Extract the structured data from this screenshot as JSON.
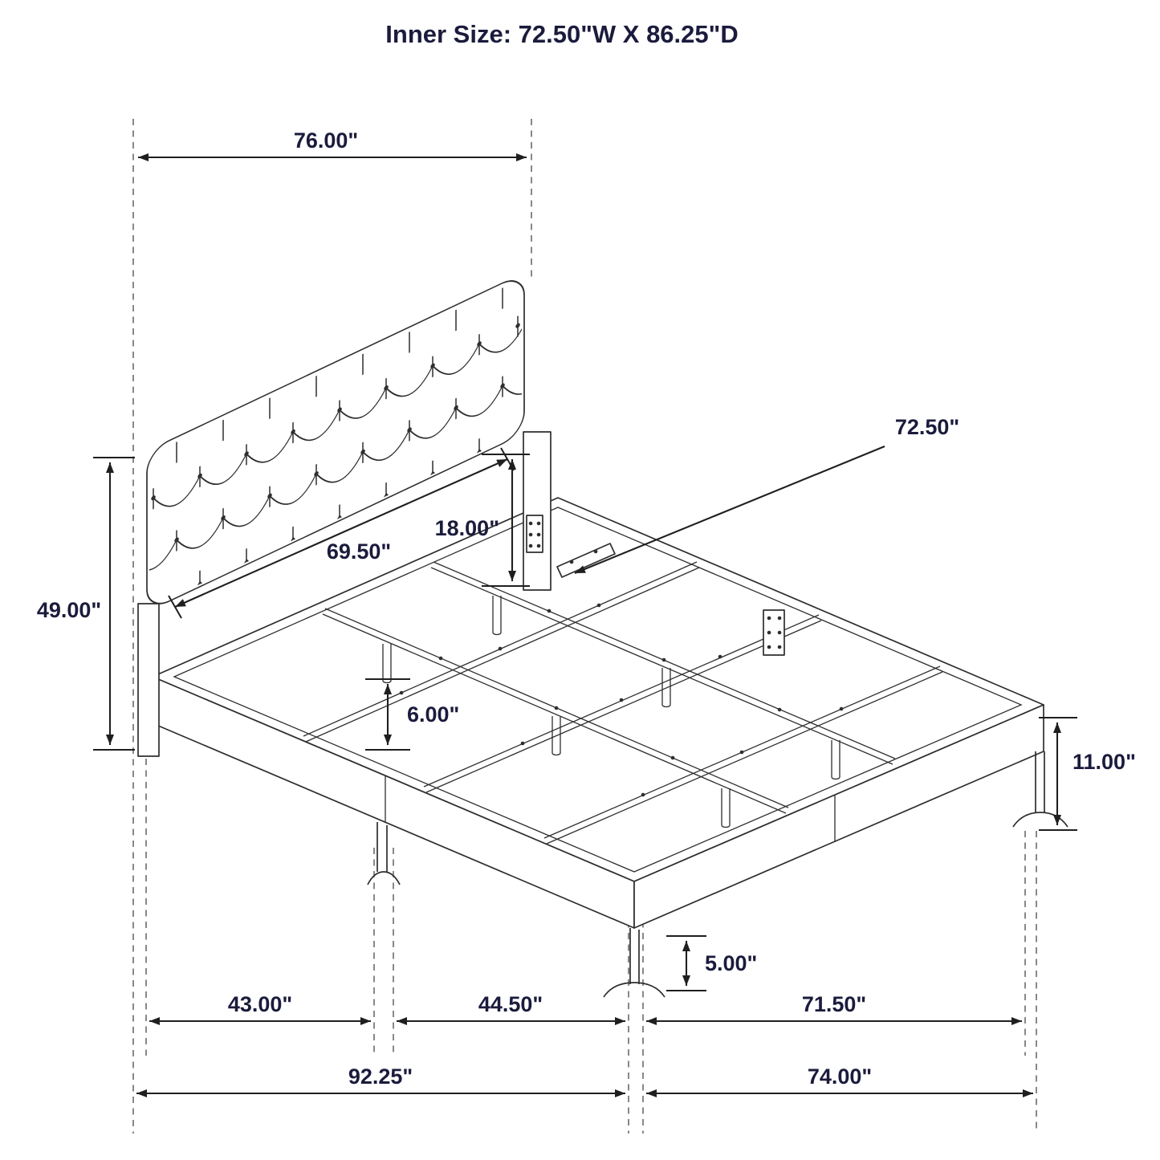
{
  "title": "Inner Size: 72.50\"W X 86.25\"D",
  "dims": {
    "width_overall": "76.00\"",
    "inner_width": "72.50\"",
    "headboard_panel_height": "18.00\"",
    "headboard_panel_width": "69.50\"",
    "headboard_height": "49.00\"",
    "rail_height": "6.00\"",
    "side_height": "11.00\"",
    "leg_height": "5.00\"",
    "segment_head": "43.00\"",
    "segment_mid": "44.50\"",
    "segment_foot": "71.50\"",
    "overall_head": "92.25\"",
    "overall_foot": "74.00\""
  },
  "colors": {
    "label": "#1b1b3d",
    "line": "#2e2e2e",
    "extension": "#555555"
  }
}
